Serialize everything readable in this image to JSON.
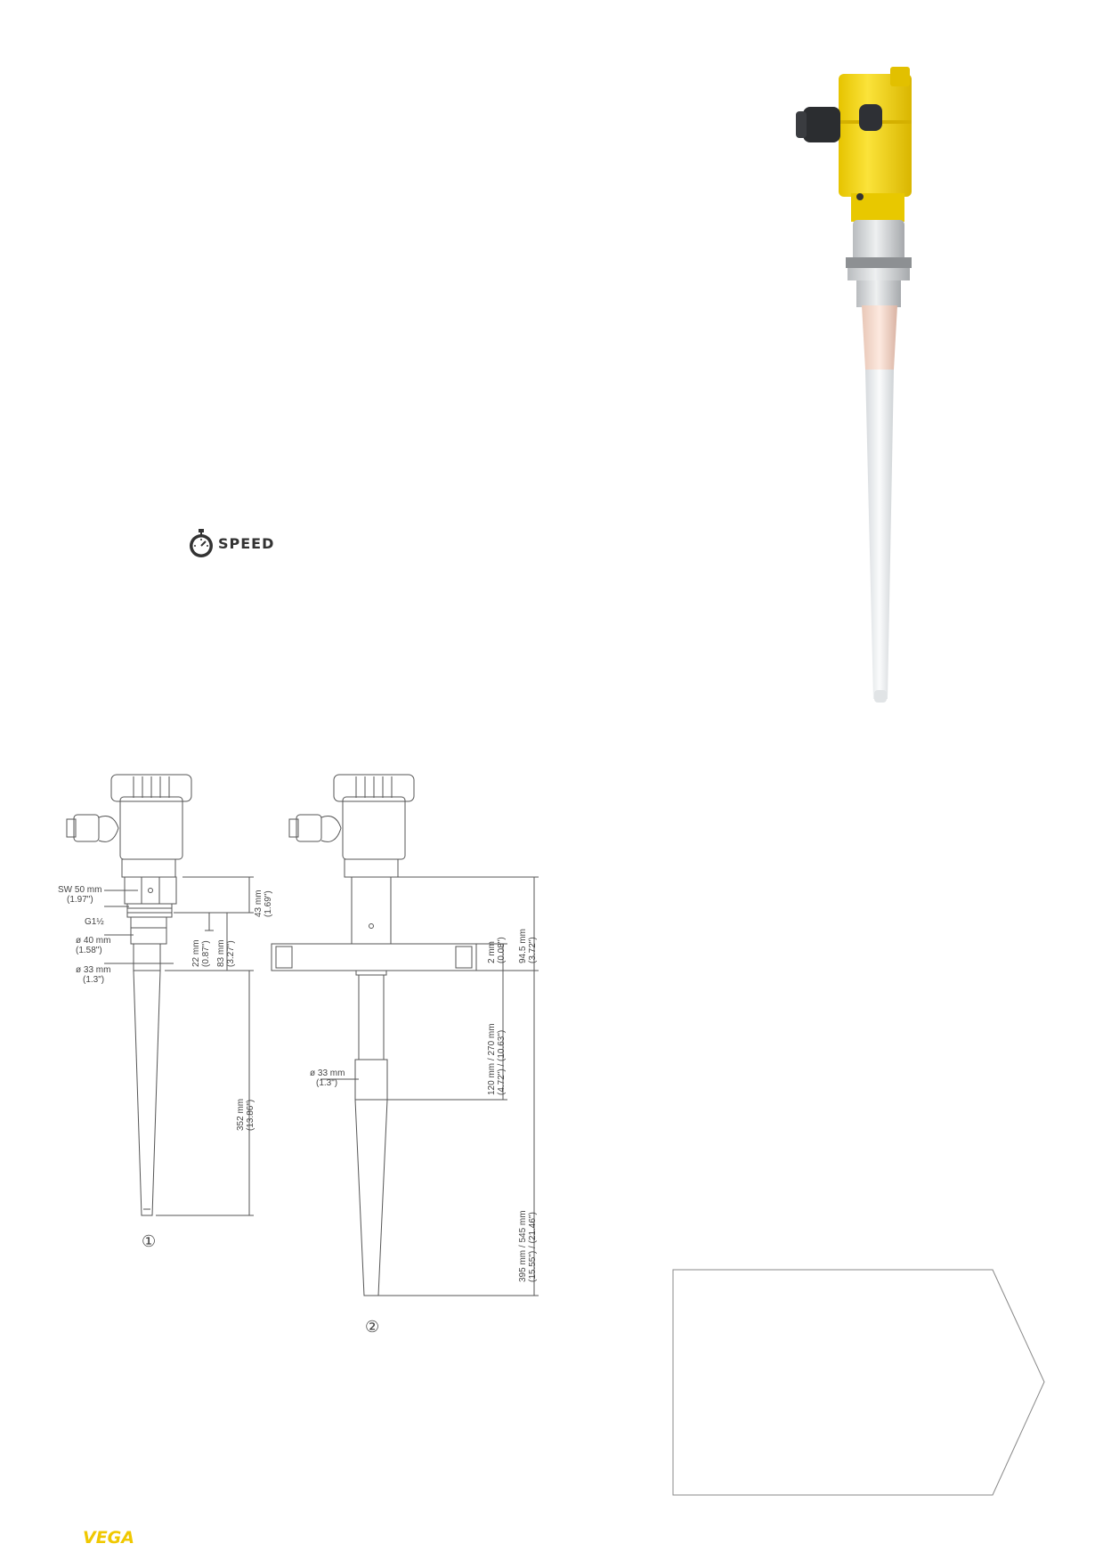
{
  "speed_logo": {
    "label": "SPEED",
    "icon": "stopwatch-icon"
  },
  "brand": {
    "name": "VEGA",
    "color": "#f0c800"
  },
  "photo": {
    "housing_color": "#f5d800"
  },
  "drawing": {
    "variant_1": {
      "marker": "①",
      "sw": "SW 50 mm",
      "sw_in": "(1.97\")",
      "thread": "G1½",
      "d40": "ø 40 mm",
      "d40_in": "(1.58\")",
      "d33": "ø 33 mm",
      "d33_in": "(1.3\")",
      "dim43": "43 mm",
      "dim43_in": "(1.69\")",
      "dim22": "22 mm",
      "dim22_in": "(0.87\")",
      "dim83": "83 mm",
      "dim83_in": "(3.27\")",
      "dim352": "352 mm",
      "dim352_in": "(13.86\")"
    },
    "variant_2": {
      "marker": "②",
      "d33": "ø 33 mm",
      "d33_in": "(1.3\")",
      "dim2": "2 mm",
      "dim2_in": "(0.08\")",
      "dim945": "94.5 mm",
      "dim945_in": "(3.72\")",
      "dim120": "120 mm / 270 mm",
      "dim120_in": "(4.72\") / (10.63\")",
      "dim395": "395 mm / 545 mm",
      "dim395_in": "(15.55\") / (21.46\")"
    }
  }
}
